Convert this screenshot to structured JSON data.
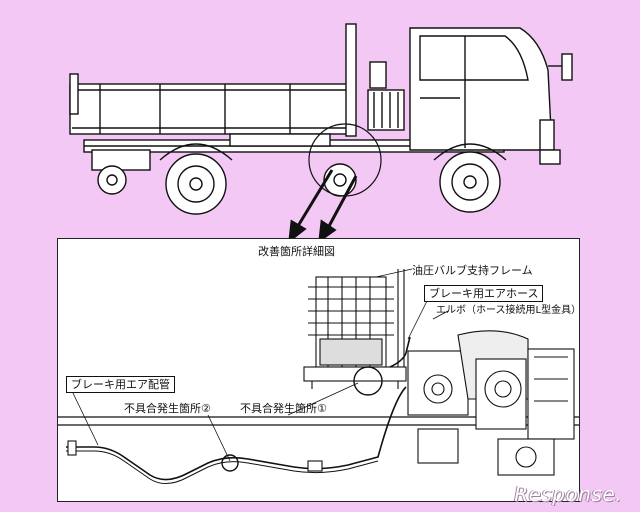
{
  "labels": {
    "detail_title": "改善箇所詳細図",
    "valve_frame": "油圧バルブ支持フレーム",
    "brake_air_hose": "ブレーキ用エアホース",
    "elbow": "エルボ（ホース接続用L型金具）",
    "brake_air_pipe": "ブレーキ用エア配管",
    "defect_location_2": "不具合発生箇所②",
    "defect_location_1": "不具合発生箇所①"
  },
  "watermark": "Response."
}
